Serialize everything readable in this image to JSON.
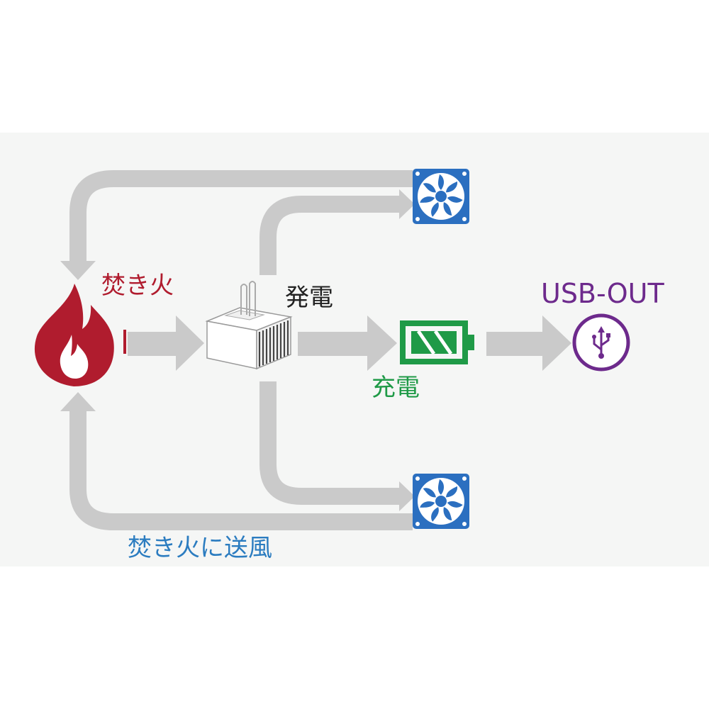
{
  "labels": {
    "fire": "焚き火",
    "generate": "発電",
    "charge": "充電",
    "usb_out": "USB-OUT",
    "blow_to_fire": "焚き火に送風"
  },
  "colors": {
    "fire": "#b01c2e",
    "generate": "#222222",
    "charge": "#1f9a47",
    "usb": "#6d2a8c",
    "blow": "#2b7cc0",
    "arrow": "#cacaca",
    "fan": "#2b6fc0",
    "panel": "#f5f6f5"
  },
  "icons": {
    "fire": "fire-icon",
    "generator": "thermoelectric-generator-icon",
    "battery": "battery-icon",
    "usb": "usb-icon",
    "fan": "fan-icon"
  }
}
